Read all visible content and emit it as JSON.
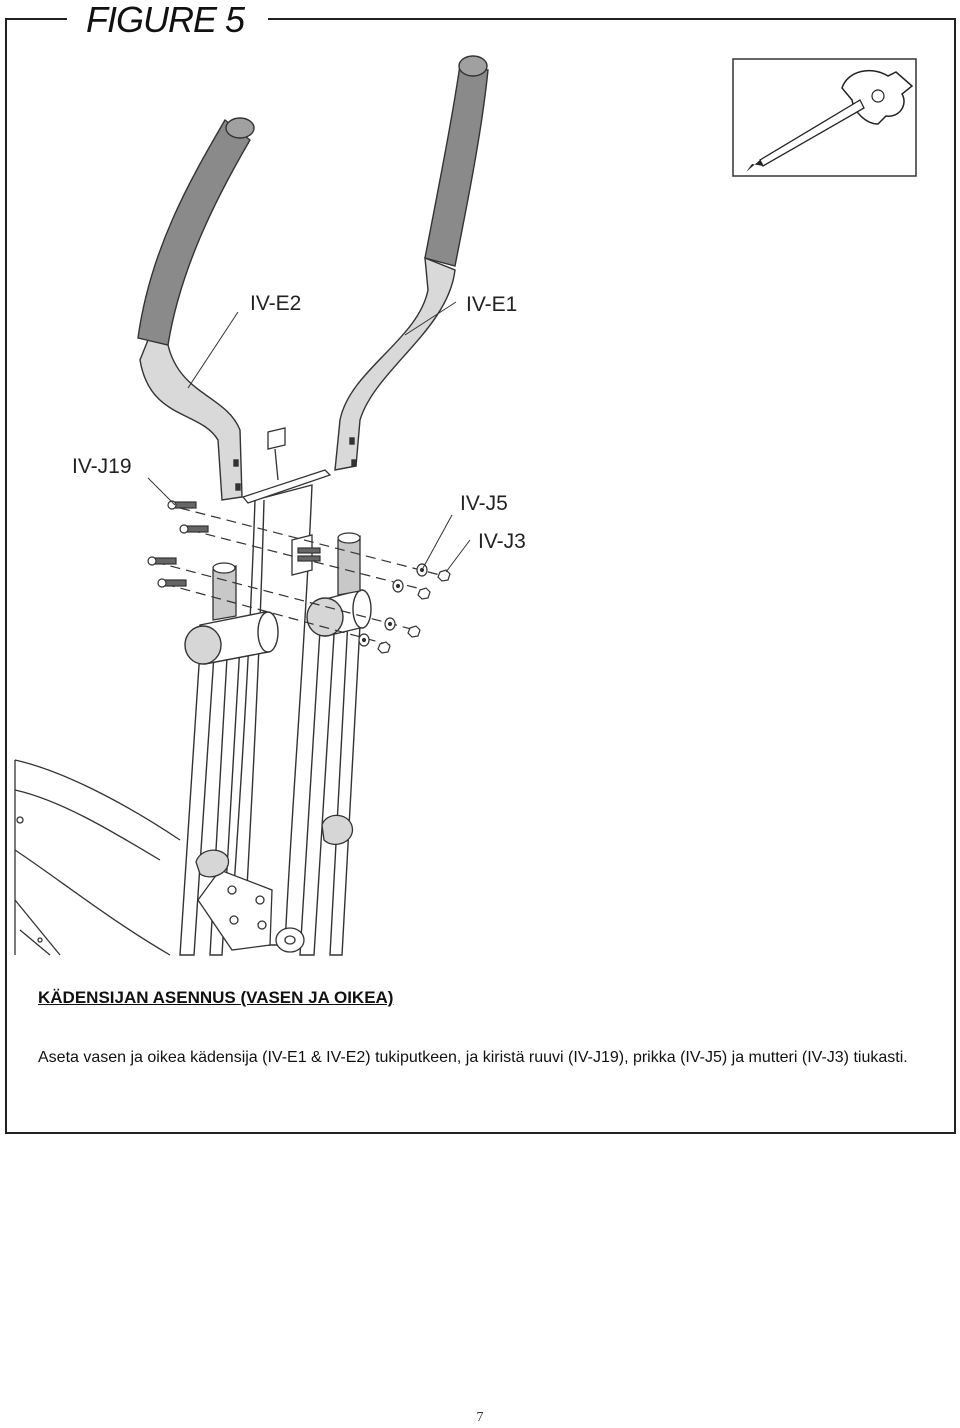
{
  "figure": {
    "title": "FIGURE 5"
  },
  "labels": {
    "iv_e2": "IV-E2",
    "iv_e1": "IV-E1",
    "iv_j19": "IV-J19",
    "iv_j5": "IV-J5",
    "iv_j3": "IV-J3"
  },
  "instructions": {
    "heading": "KÄDENSIJAN ASENNUS (VASEN JA OIKEA)",
    "body": "Aseta vasen ja oikea kädensija (IV-E1 & IV-E2) tukiputkeen, ja kiristä ruuvi (IV-J19), prikka (IV-J5) ja mutteri (IV-J3) tiukasti."
  },
  "page": {
    "number": "7"
  },
  "colors": {
    "frame": "#222222",
    "grip": "#8a8a8a",
    "tube": "#d6d6d6"
  },
  "icons": [
    "wrench-screwdriver-tool-icon"
  ]
}
